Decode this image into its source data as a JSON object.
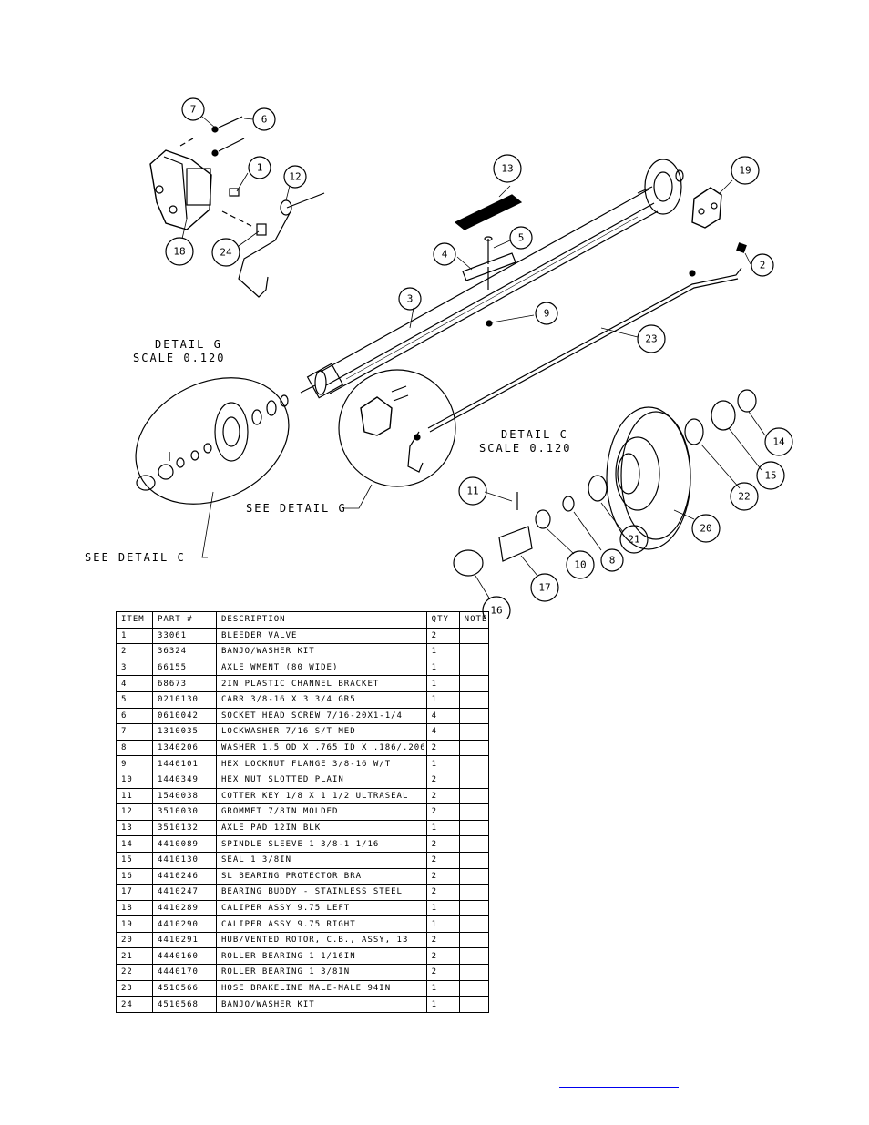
{
  "detail_labels": {
    "g_title": "DETAIL  G",
    "g_scale": "SCALE  0.120",
    "c_title": "DETAIL  C",
    "c_scale": "SCALE  0.120",
    "see_g": "SEE DETAIL  G",
    "see_c": "SEE DETAIL  C"
  },
  "balloons": {
    "b1": "1",
    "b2": "2",
    "b3": "3",
    "b4": "4",
    "b5": "5",
    "b6": "6",
    "b7": "7",
    "b8": "8",
    "b9": "9",
    "b10": "10",
    "b11": "11",
    "b12": "12",
    "b13": "13",
    "b14": "14",
    "b15": "15",
    "b16": "16",
    "b17": "17",
    "b18": "18",
    "b19": "19",
    "b20": "20",
    "b21": "21",
    "b22": "22",
    "b23": "23",
    "b24": "24"
  },
  "parts_table": {
    "headers": [
      "ITEM",
      "PART #",
      "DESCRIPTION",
      "QTY",
      "NOTE"
    ],
    "rows": [
      [
        "1",
        "33061",
        "BLEEDER VALVE",
        "2",
        ""
      ],
      [
        "2",
        "36324",
        "BANJO/WASHER  KIT",
        "1",
        ""
      ],
      [
        "3",
        "66155",
        "AXLE WMENT (80 WIDE)",
        "1",
        ""
      ],
      [
        "4",
        "68673",
        "2IN PLASTIC CHANNEL BRACKET",
        "1",
        ""
      ],
      [
        "5",
        "0210130",
        "CARR 3/8-16 X 3 3/4 GR5",
        "1",
        ""
      ],
      [
        "6",
        "0610042",
        "SOCKET HEAD SCREW 7/16-20X1-1/4",
        "4",
        ""
      ],
      [
        "7",
        "1310035",
        "LOCKWASHER 7/16 S/T MED",
        "4",
        ""
      ],
      [
        "8",
        "1340206",
        "WASHER 1.5 OD X .765 ID X .186/.206",
        "2",
        ""
      ],
      [
        "9",
        "1440101",
        "HEX LOCKNUT FLANGE 3/8-16 W/T",
        "1",
        ""
      ],
      [
        "10",
        "1440349",
        "HEX NUT SLOTTED PLAIN",
        "2",
        ""
      ],
      [
        "11",
        "1540038",
        "COTTER KEY 1/8 X 1 1/2 ULTRASEAL",
        "2",
        ""
      ],
      [
        "12",
        "3510030",
        "GROMMET  7/8IN MOLDED",
        "2",
        ""
      ],
      [
        "13",
        "3510132",
        "AXLE PAD 12IN  BLK",
        "1",
        ""
      ],
      [
        "14",
        "4410089",
        "SPINDLE SLEEVE  1 3/8-1 1/16",
        "2",
        ""
      ],
      [
        "15",
        "4410130",
        "SEAL  1 3/8IN",
        "2",
        ""
      ],
      [
        "16",
        "4410246",
        "SL BEARING PROTECTOR BRA",
        "2",
        ""
      ],
      [
        "17",
        "4410247",
        "BEARING BUDDY - STAINLESS STEEL",
        "2",
        ""
      ],
      [
        "18",
        "4410289",
        "CALIPER ASSY 9.75 LEFT",
        "1",
        ""
      ],
      [
        "19",
        "4410290",
        "CALIPER ASSY 9.75 RIGHT",
        "1",
        ""
      ],
      [
        "20",
        "4410291",
        "HUB/VENTED ROTOR, C.B., ASSY, 13",
        "2",
        ""
      ],
      [
        "21",
        "4440160",
        "ROLLER BEARING   1 1/16IN",
        "2",
        ""
      ],
      [
        "22",
        "4440170",
        "ROLLER BEARING   1 3/8IN",
        "2",
        ""
      ],
      [
        "23",
        "4510566",
        "HOSE BRAKELINE MALE-MALE 94IN",
        "1",
        ""
      ],
      [
        "24",
        "4510568",
        "BANJO/WASHER  KIT",
        "1",
        ""
      ]
    ]
  }
}
